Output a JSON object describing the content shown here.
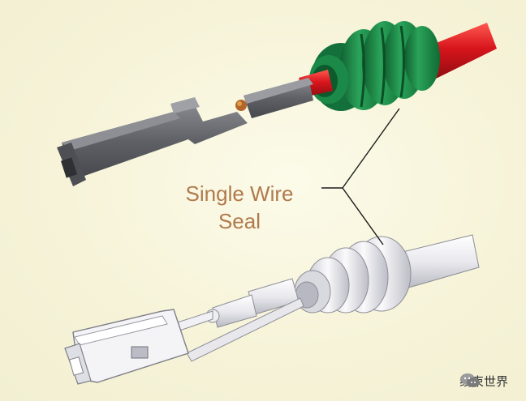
{
  "callout": {
    "line1": "Single Wire",
    "line2": "Seal"
  },
  "watermark": {
    "text": "线束世界",
    "icon": "wechat-icon"
  },
  "colors": {
    "text": "#b07a4c",
    "seal_green": "#1f8a4a",
    "wire_red": "#d8151c",
    "terminal_gray": "#6e7076",
    "leader": "#1a1a1a"
  }
}
